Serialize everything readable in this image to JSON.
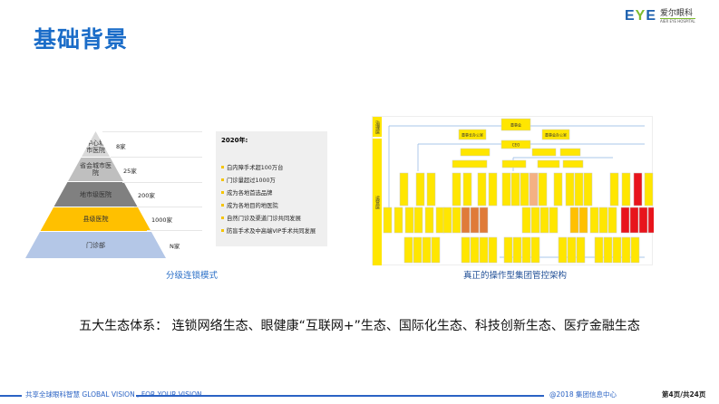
{
  "header": {
    "title": "基础背景",
    "logo": {
      "mark": "EYE",
      "name_cn": "爱尔眼科",
      "name_en": "AIER EYE HOSPITAL"
    }
  },
  "pyramid": {
    "tiers": [
      {
        "label": "中心城市医院",
        "count": "8家",
        "color": "#d9d9d9"
      },
      {
        "label": "省会城市医院",
        "count": "25家",
        "color": "#bfbfbf"
      },
      {
        "label": "地市级医院",
        "count": "200家",
        "color": "#808080"
      },
      {
        "label": "县级医院",
        "count": "1000家",
        "color": "#ffc000"
      },
      {
        "label": "门诊部",
        "count": "N家",
        "color": "#b4c7e7"
      }
    ],
    "caption": "分级连锁模式"
  },
  "goals": {
    "title": "2020年:",
    "bullets": [
      "白内障手术超100万台",
      "门诊量超过1000万",
      "成为各地首选品牌",
      "成为各地目的地医院",
      "自然门诊及渠道门诊共同发展",
      "防盲手术及中高端VIP手术共同发展"
    ]
  },
  "org_chart": {
    "caption": "真正的操作型集团管控架构",
    "layers": [
      "治理层",
      "运营层"
    ],
    "top_nodes": [
      "董事会",
      "董事长办公室",
      "董事会办公室",
      "CEO"
    ],
    "colors": {
      "box": "#ffe600",
      "highlight_orange": "#e07b39",
      "highlight_red": "#e8141c",
      "line": "#8db4e2"
    }
  },
  "main_statement": "五大生态体系： 连锁网络生态、眼健康“互联网+”生态、国际化生态、科技创新生态、医疗金融生态",
  "footer": {
    "slogan": "共享全球眼科智慧 GLOBAL VISION , FOR YOUR VISION",
    "copyright": "@2018 集团信息中心",
    "page": "第4页/共24页"
  }
}
